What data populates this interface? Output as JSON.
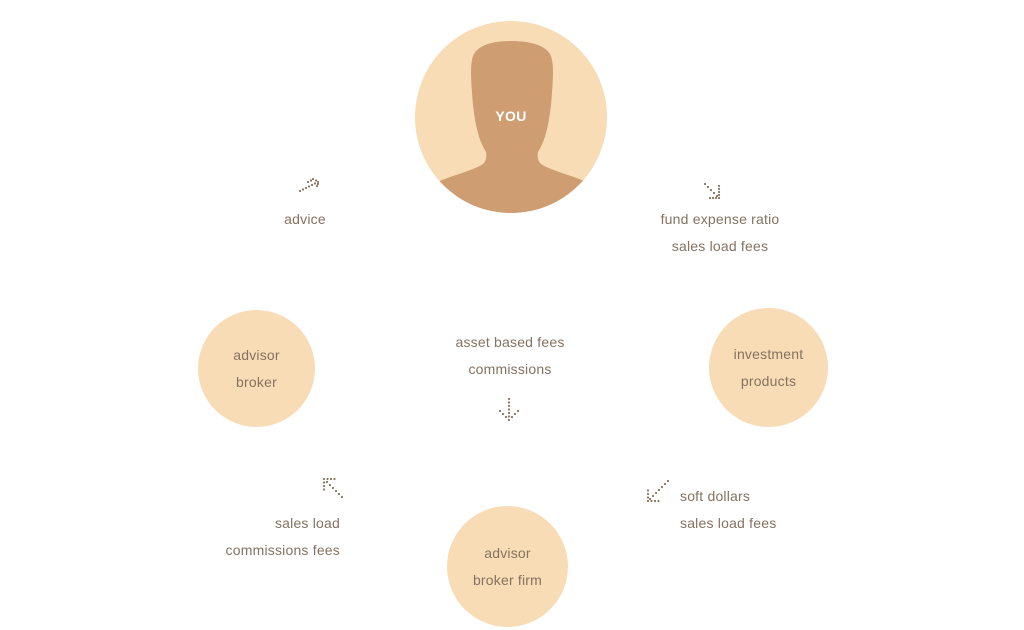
{
  "nodes": {
    "you": {
      "label": "YOU"
    },
    "advisor_broker": {
      "line1": "advisor",
      "line2": "broker"
    },
    "investment_products": {
      "line1": "investment",
      "line2": "products"
    },
    "advisor_broker_firm": {
      "line1": "advisor",
      "line2": "broker firm"
    }
  },
  "flows": {
    "advice": {
      "line1": "advice"
    },
    "fund_costs": {
      "line1": "fund expense ratio",
      "line2": "sales load fees"
    },
    "asset_fees": {
      "line1": "asset based fees",
      "line2": "commissions"
    },
    "sales_commissions": {
      "line1": "sales load",
      "line2": "commissions fees"
    },
    "soft_dollars": {
      "line1": "soft dollars",
      "line2": "sales load fees"
    }
  },
  "colors": {
    "bubble": "#f7dcb6",
    "silhouette": "#cf9d72",
    "text": "#857260",
    "arrow": "#8a7460"
  },
  "icons": {
    "you": "person-silhouette-icon",
    "arrows": "dotted-arrow-icon"
  }
}
